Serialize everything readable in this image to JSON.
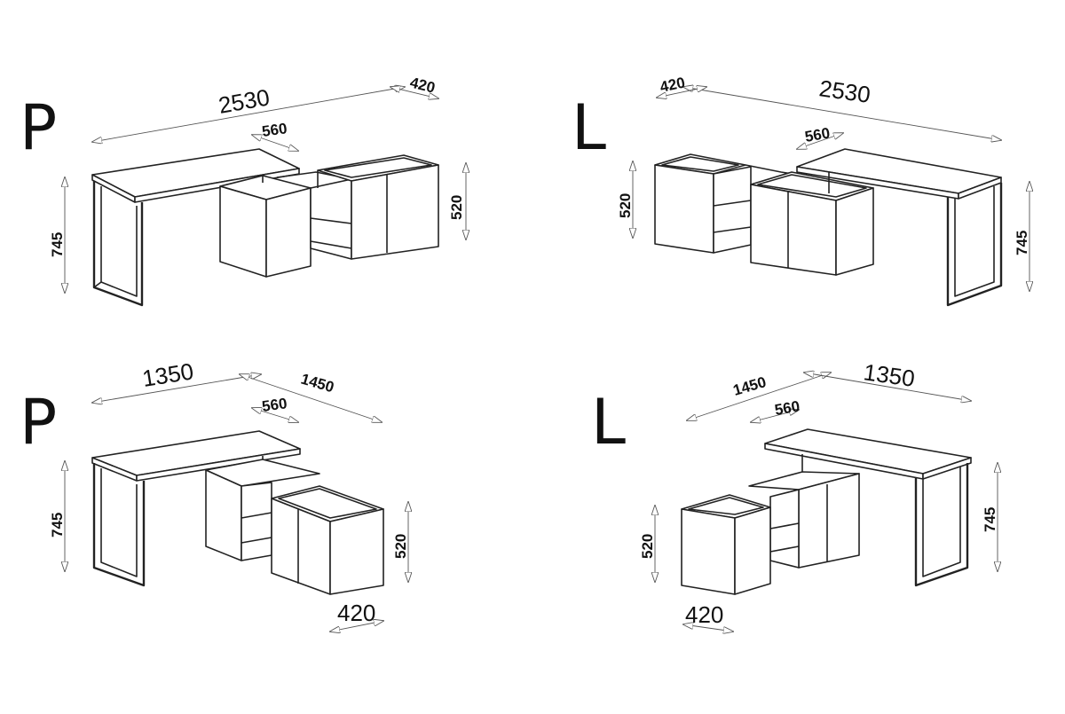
{
  "panels": [
    {
      "id": "top-left",
      "variant_letter": "P",
      "dimensions": {
        "length": "2530",
        "depth_corner": "420",
        "cabinet_depth": "560",
        "height_desk": "745",
        "height_cabinet": "520"
      }
    },
    {
      "id": "top-right",
      "variant_letter": "L",
      "dimensions": {
        "length": "2530",
        "depth_corner": "420",
        "cabinet_depth": "560",
        "height_desk": "745",
        "height_cabinet": "520"
      }
    },
    {
      "id": "bottom-left",
      "variant_letter": "P",
      "dimensions": {
        "length_a": "1350",
        "length_b": "1450",
        "cabinet_depth": "560",
        "height_desk": "745",
        "height_cabinet": "520",
        "depth_front": "420"
      }
    },
    {
      "id": "bottom-right",
      "variant_letter": "L",
      "dimensions": {
        "length_a": "1350",
        "length_b": "1450",
        "cabinet_depth": "560",
        "height_desk": "745",
        "height_cabinet": "520",
        "depth_front": "420"
      }
    }
  ]
}
